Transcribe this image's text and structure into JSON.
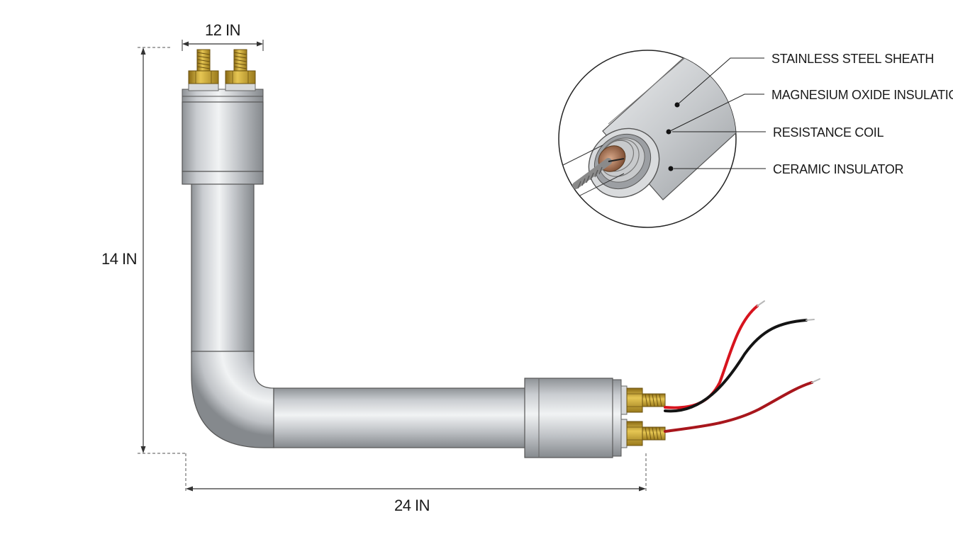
{
  "dimensions": {
    "top_width": "12 IN",
    "height": "14 IN",
    "bottom_length": "24 IN"
  },
  "callouts": {
    "sheath": "STAINLESS STEEL SHEATH",
    "insulation": "MAGNESIUM OXIDE INSULATION",
    "coil": "RESISTANCE COIL",
    "insulator": "CERAMIC INSULATOR"
  },
  "colors": {
    "steel_light": "#eef0f2",
    "steel_mid": "#c4c7ca",
    "steel_dark": "#8e9296",
    "brass": "#c9a02a",
    "wire_red": "#d7141e",
    "wire_black": "#141414",
    "wire_darkred": "#a8161c",
    "copper": "#a06a4a"
  },
  "icons": [
    "l-shaped-heating-element",
    "cutaway-cross-section"
  ]
}
